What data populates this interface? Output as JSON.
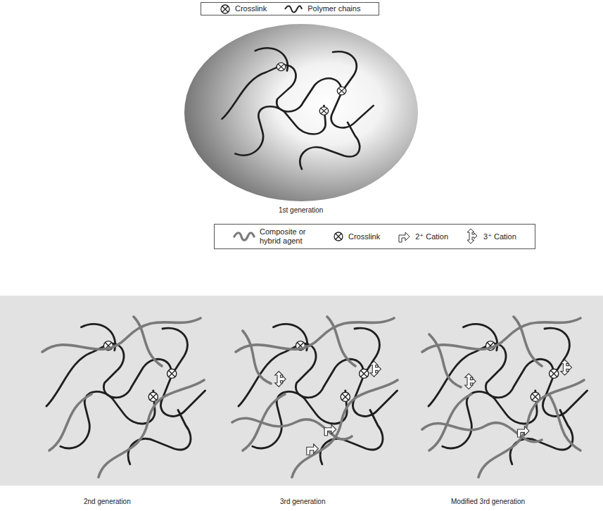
{
  "diagram": {
    "labels": [
      "1st generation",
      "2nd generation",
      "3rd generation",
      "Modified 3rd generation"
    ],
    "legend": [
      {
        "text": "Crosslink"
      },
      {
        "text": "Polymer chains"
      },
      {
        "text": "Composite or hybrid agent"
      },
      {
        "text": "Crosslink"
      },
      {
        "text": "2⁺ Cation"
      },
      {
        "text": "3⁺ Cation"
      }
    ]
  }
}
